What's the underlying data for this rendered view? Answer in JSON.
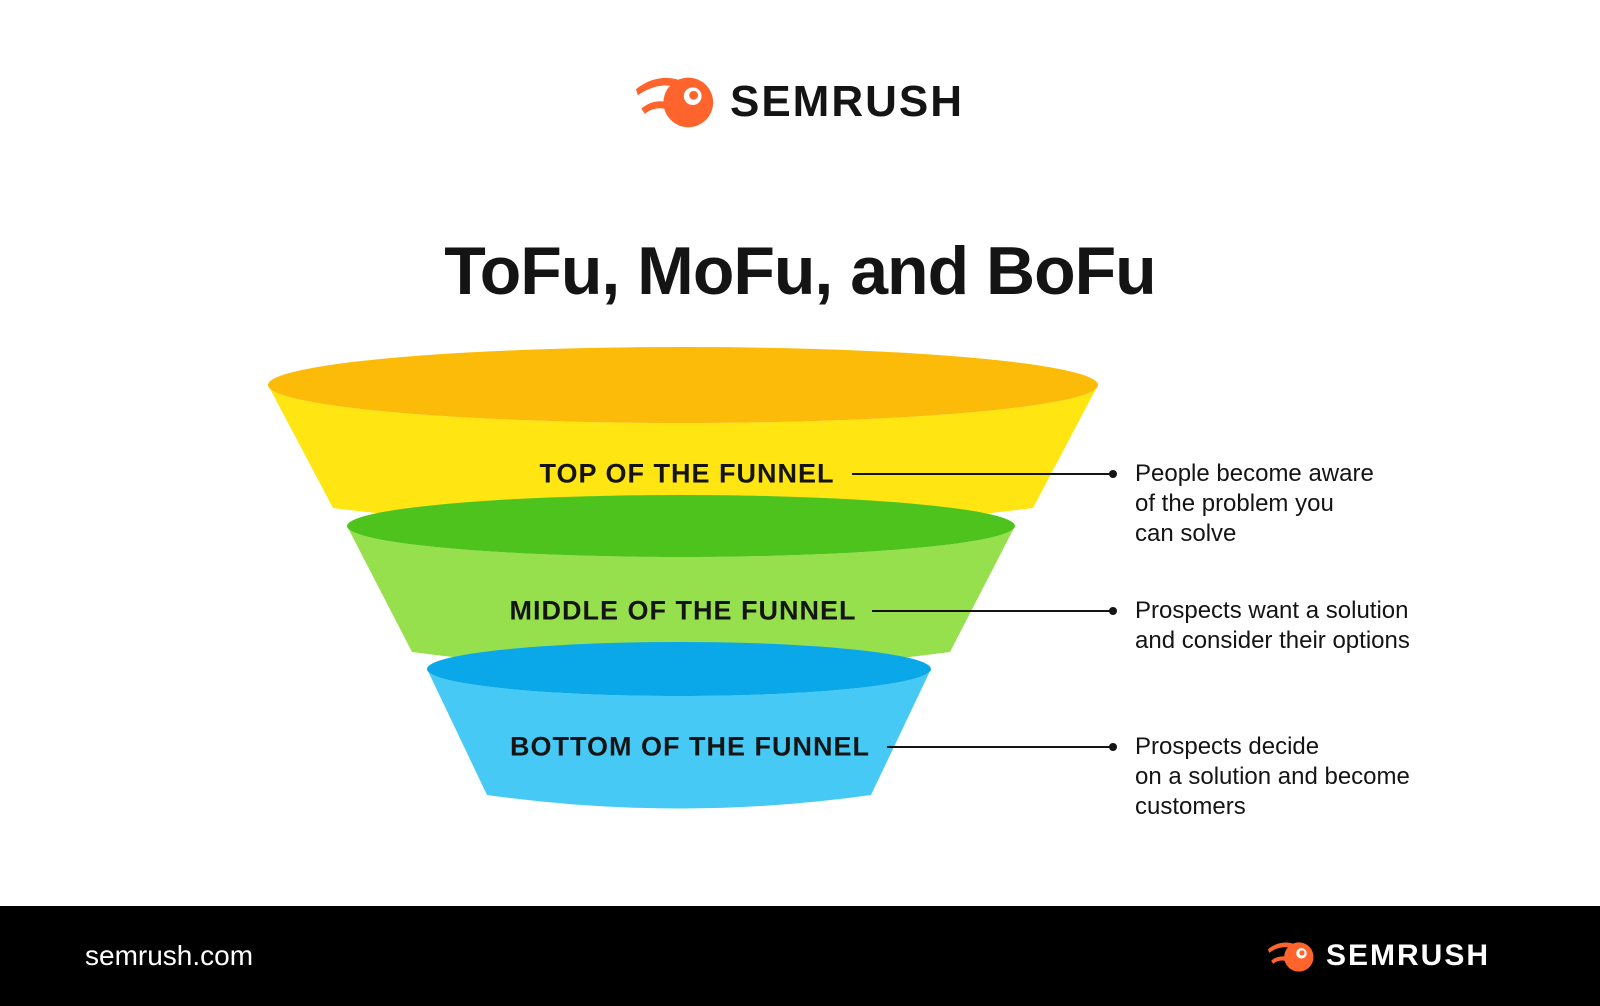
{
  "header": {
    "brand": "SEMRUSH"
  },
  "title": "ToFu, MoFu, and BoFu",
  "funnel": {
    "segments": [
      {
        "id": "tofu",
        "label": "TOP OF THE FUNNEL",
        "description": "People become aware\nof the problem you\ncan solve",
        "body_color": "#FFE512",
        "top_color": "#FBBB08"
      },
      {
        "id": "mofu",
        "label": "MIDDLE OF THE FUNNEL",
        "description": "Prospects want a solution\nand consider their options",
        "body_color": "#96E04E",
        "top_color": "#4FC31D"
      },
      {
        "id": "bofu",
        "label": "BOTTOM OF THE FUNNEL",
        "description": "Prospects decide\non a solution and become\ncustomers",
        "body_color": "#46CAF5",
        "top_color": "#0AA8E8"
      }
    ]
  },
  "footer": {
    "site": "semrush.com",
    "brand": "SEMRUSH"
  },
  "colors": {
    "accent": "#FF642D",
    "text": "#141414",
    "background": "#FFFFFF",
    "footer_bg": "#000000"
  }
}
